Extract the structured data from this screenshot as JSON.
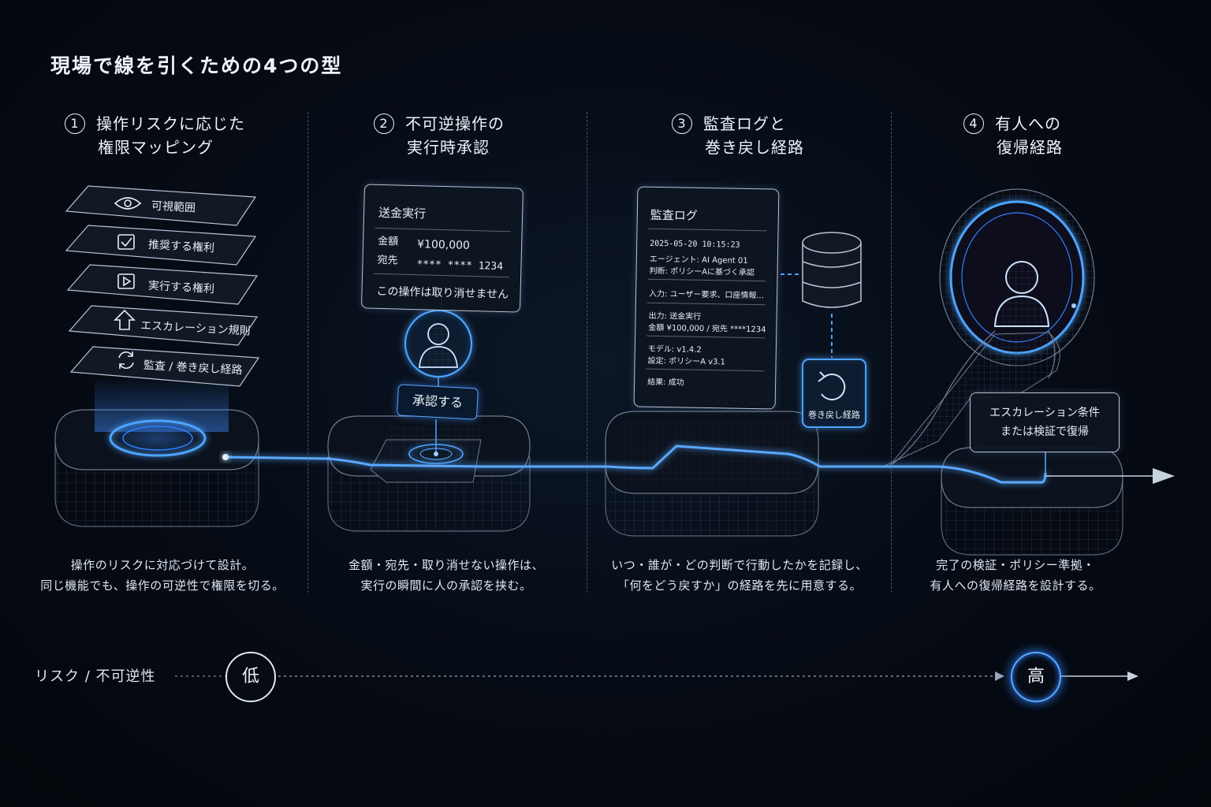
{
  "title": "現場で線を引くための4つの型",
  "columns": [
    {
      "num": "1",
      "heading_line1": "操作リスクに応じた",
      "heading_line2": "権限マッピング",
      "desc_line1": "操作のリスクに対応づけて設計。",
      "desc_line2": "同じ機能でも、操作の可逆性で権限を切る。"
    },
    {
      "num": "2",
      "heading_line1": "不可逆操作の",
      "heading_line2": "実行時承認",
      "desc_line1": "金額・宛先・取り消せない操作は、",
      "desc_line2": "実行の瞬間に人の承認を挟む。"
    },
    {
      "num": "3",
      "heading_line1": "監査ログと",
      "heading_line2": "巻き戻し経路",
      "desc_line1": "いつ・誰が・どの判断で行動したかを記録し、",
      "desc_line2": "「何をどう戻すか」の経路を先に用意する。"
    },
    {
      "num": "4",
      "heading_line1": "有人への",
      "heading_line2": "復帰経路",
      "desc_line1": "完了の検証・ポリシー準拠・",
      "desc_line2": "有人への復帰経路を設計する。"
    }
  ],
  "layers": [
    {
      "label": "可視範囲",
      "icon": "eye-icon"
    },
    {
      "label": "推奨する権利",
      "icon": "checkbox-icon"
    },
    {
      "label": "実行する権利",
      "icon": "play-icon"
    },
    {
      "label": "エスカレーション規則",
      "icon": "arrow-up-icon"
    },
    {
      "label": "監査 / 巻き戻し経路",
      "icon": "refresh-icon"
    }
  ],
  "transfer_card": {
    "title": "送金実行",
    "amount_label": "金額",
    "amount_value": "¥100,000",
    "dest_label": "宛先",
    "dest_value": "**** **** 1234",
    "warning": "この操作は取り消せません"
  },
  "approve_button": "承認する",
  "audit_card": {
    "title": "監査ログ",
    "lines": [
      "2025-05-20 10:15:23",
      "エージェント: AI Agent 01",
      "判断: ポリシーAに基づく承認",
      "入力: ユーザー要求、口座情報...",
      "出力: 送金実行",
      "金額 ¥100,000 / 宛先 ****1234",
      "モデル: v1.4.2",
      "設定: ポリシーA v3.1",
      "結果: 成功"
    ]
  },
  "rollback_label": "巻き戻し経路",
  "escalation_box": {
    "line1": "エスカレーション条件",
    "line2": "または検証で復帰"
  },
  "risk_axis": {
    "label": "リスク / 不可逆性",
    "low": "低",
    "high": "高"
  },
  "colors": {
    "accent": "#4da3ff",
    "glow": "#2f7fff",
    "text": "#e6eefc",
    "line": "#b9c6d8"
  }
}
